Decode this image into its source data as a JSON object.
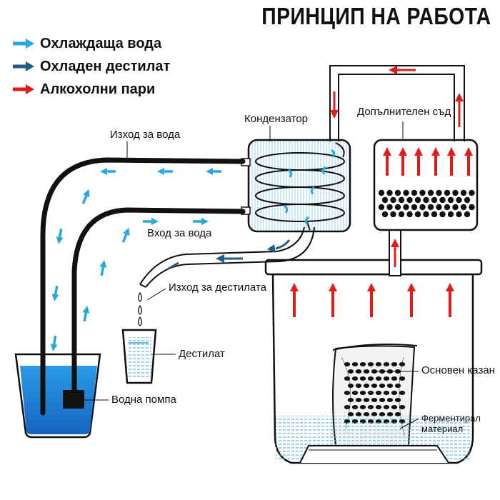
{
  "title": "ПРИНЦИП НА РАБОТА",
  "legend": [
    {
      "label": "Охлаждаща вода",
      "color": "#29a8e0"
    },
    {
      "label": "Охладен дестилат",
      "color": "#1f5f85"
    },
    {
      "label": "Алкохолни пари",
      "color": "#e21b1b"
    }
  ],
  "labels": {
    "condenser": "Кондензатор",
    "extra_vessel": "Допълнителен съд",
    "water_out": "Изход за вода",
    "water_in": "Вход за вода",
    "distillate_out": "Изход за дестилата",
    "distillate": "Дестилат",
    "water_pump": "Водна помпа",
    "main_pot": "Основен казан",
    "ferment_line1": "Ферментирал",
    "ferment_line2": "материал"
  },
  "colors": {
    "water": "#29a8e0",
    "distillate": "#1f5f85",
    "vapor": "#e21b1b",
    "pool": "#1e88e5"
  }
}
